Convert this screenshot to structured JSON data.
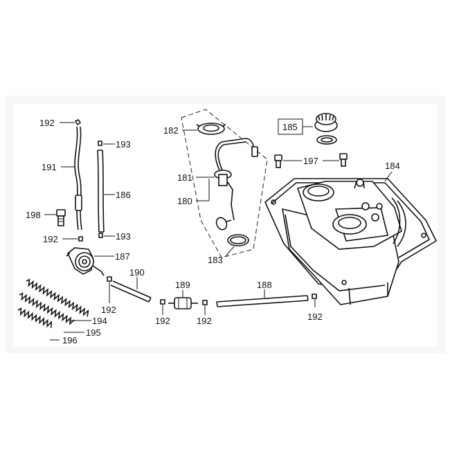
{
  "labels": {
    "p180": "180",
    "p181": "181",
    "p182": "182",
    "p183": "183",
    "p184": "184",
    "p185": "185",
    "p186": "186",
    "p187": "187",
    "p188": "188",
    "p189": "189",
    "p190": "190",
    "p191": "191",
    "p192a": "192",
    "p192b": "192",
    "p192c": "192",
    "p192d": "192",
    "p192e": "192",
    "p192f": "192",
    "p193a": "193",
    "p193b": "193",
    "p194": "194",
    "p195": "195",
    "p196": "196",
    "p197": "197",
    "p198": "198"
  }
}
